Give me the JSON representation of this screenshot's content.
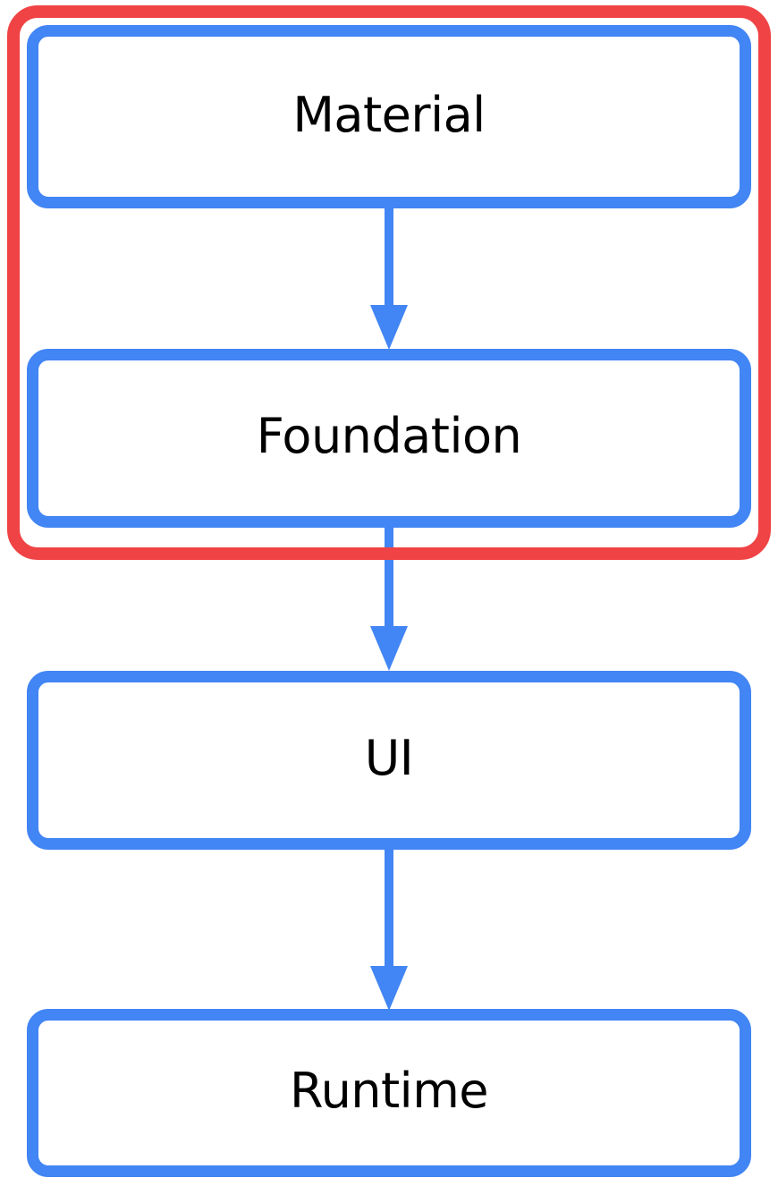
{
  "diagram": {
    "type": "flowchart",
    "direction": "top-down",
    "nodes": [
      {
        "id": "material",
        "label": "Material"
      },
      {
        "id": "foundation",
        "label": "Foundation"
      },
      {
        "id": "ui",
        "label": "UI"
      },
      {
        "id": "runtime",
        "label": "Runtime"
      }
    ],
    "edges": [
      {
        "from": "material",
        "to": "foundation",
        "style": "arrow-down"
      },
      {
        "from": "foundation",
        "to": "ui",
        "style": "arrow-down"
      },
      {
        "from": "ui",
        "to": "runtime",
        "style": "arrow-down"
      }
    ],
    "highlight_group": {
      "members": [
        "material",
        "foundation"
      ],
      "shape": "rounded-rectangle-outline"
    }
  },
  "colors": {
    "node_border": "#4285F4",
    "arrow": "#4285F4",
    "highlight": "#F04345",
    "node_fill": "#FFFFFF",
    "text": "#000000",
    "background": "#FFFFFF"
  }
}
